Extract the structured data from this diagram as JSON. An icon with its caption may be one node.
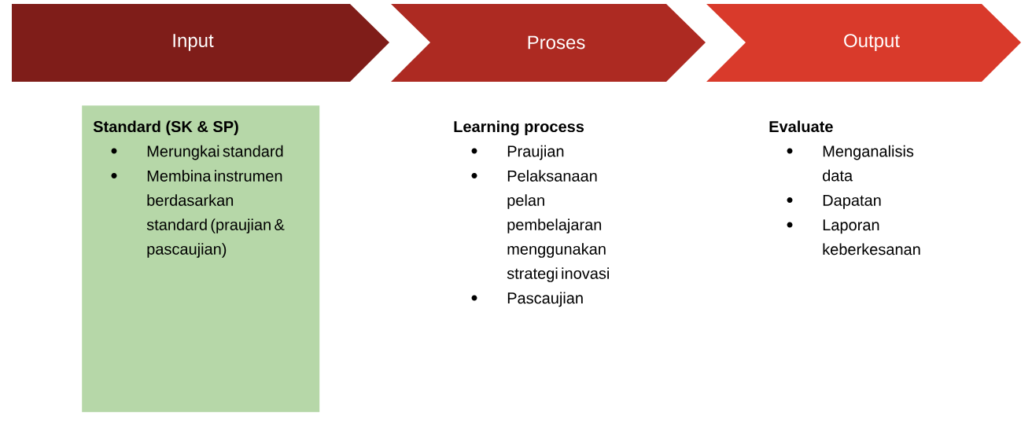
{
  "diagram": {
    "nodes": [
      {
        "text": [
          "Input"
        ]
      },
      {
        "text": [
          "Proses"
        ]
      },
      {
        "text": [
          "Output"
        ]
      },
      {
        "text": [
          "Standard (SK & SP)",
          "Merungkai standard",
          "Membina instrumen berdasarkan standard (praujian & pascaujian)"
        ]
      }
    ],
    "labels": [
      "Learning process",
      "Praujian",
      "Pelaksanaan pelan pembelajaran menggunakan strategi inovasi",
      "Pascaujian",
      "Evaluate",
      "Menganalisis data",
      "Dapatan",
      "Laporan keberkesanan"
    ]
  }
}
